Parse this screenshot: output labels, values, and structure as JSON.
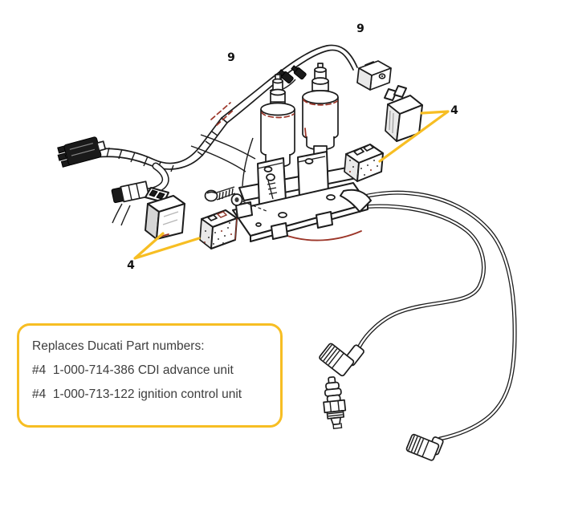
{
  "figure": {
    "description": "Exploded parts diagram of a Ducati ignition system: wiring harness, two ignition coils, mounting bracket, CDI units, connectors, spark plug wires, caps and spark plug"
  },
  "labels": {
    "harness_left": "9",
    "harness_right": "9",
    "cdi_left": "4",
    "cdi_right": "4"
  },
  "callout": {
    "title": "Replaces Ducati Part numbers:",
    "lines": [
      "#4  1-000-714-386 CDI advance unit",
      "#4  1-000-713-122 ignition control unit"
    ]
  },
  "colors": {
    "line": "#1c1c1c",
    "accent_red": "#9c3528",
    "pointer_yellow": "#f7be23",
    "callout_border": "#f7be23",
    "text": "#3d3d3d",
    "label": "#111111"
  }
}
